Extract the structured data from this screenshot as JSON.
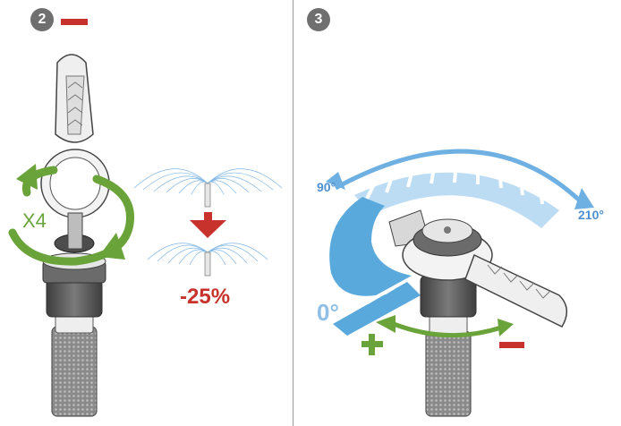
{
  "steps": [
    {
      "number": "2",
      "repeat_label": "X4",
      "reduction_label": "-25%"
    },
    {
      "number": "3",
      "angle_left": "90°",
      "angle_right": "210°",
      "angle_zero": "0°"
    }
  ],
  "colors": {
    "accent_red": "#c8322c",
    "accent_green": "#6aa33a",
    "water_blue": "#5aa9dd",
    "badge_gray": "#6f6f6f"
  },
  "icons": [
    "minus-sign",
    "plus-sign",
    "rotate-arrow",
    "down-arrow",
    "spray-pattern",
    "adjustment-tool",
    "sprinkler-body"
  ]
}
